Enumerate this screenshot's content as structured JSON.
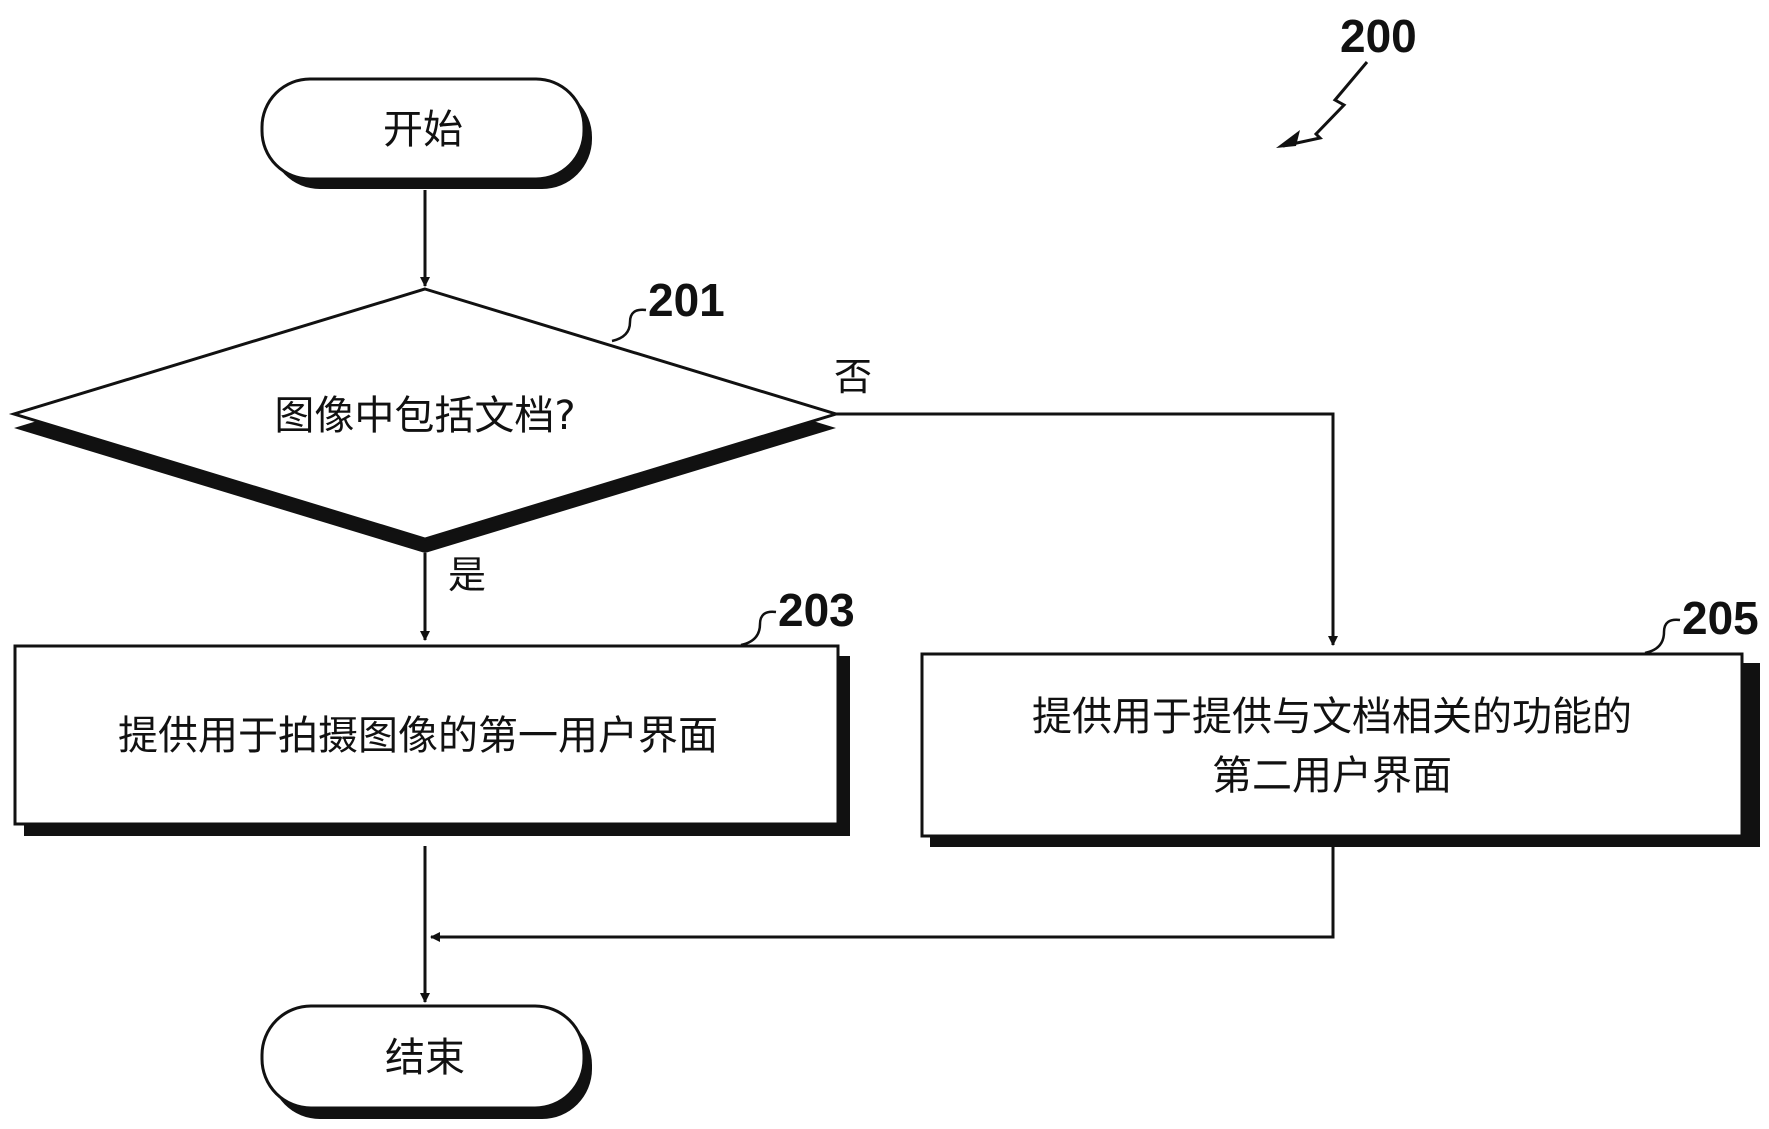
{
  "figure_number": "200",
  "nodes": {
    "start": {
      "text": "开始"
    },
    "decision": {
      "ref": "201",
      "text": "图像中包括文档?"
    },
    "box_203": {
      "ref": "203",
      "text": "提供用于拍摄图像的第一用户界面"
    },
    "box_205": {
      "ref": "205",
      "line1": "提供用于提供与文档相关的功能的",
      "line2": "第二用户界面"
    },
    "end": {
      "text": "结束"
    }
  },
  "branches": {
    "yes": "是",
    "no": "否"
  },
  "colors": {
    "stroke": "#111111",
    "background": "#ffffff"
  }
}
